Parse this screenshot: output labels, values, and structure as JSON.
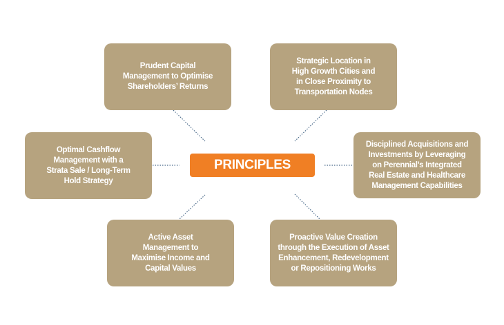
{
  "center": {
    "label": "PRINCIPLES"
  },
  "principles": [
    "Prudent Capital\nManagement to Optimise\nShareholders’ Returns",
    "Strategic Location in\nHigh Growth Cities and\nin Close Proximity to\nTransportation Nodes",
    "Optimal Cashflow\nManagement with a\nStrata Sale / Long-Term\nHold Strategy",
    "Disciplined Acquisitions and\nInvestments by Leveraging\non Perennial’s Integrated\nReal Estate and Healthcare\nManagement Capabilities",
    "Active Asset\nManagement to\nMaximise Income and\nCapital Values",
    "Proactive Value Creation\nthrough the Execution of Asset\nEnhancement, Redevelopment\nor Repositioning Works"
  ],
  "colors": {
    "box": "#b6a37f",
    "center": "#f07f24",
    "connector": "#4a6a8a"
  }
}
